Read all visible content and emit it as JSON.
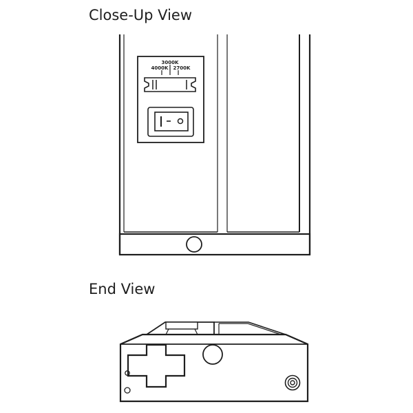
{
  "titles": {
    "closeup": "Close-Up View",
    "end": "End View"
  },
  "color_temperature_selector": {
    "top_label": "3000K",
    "left_label": "4000K",
    "right_label": "2700K"
  },
  "colors": {
    "line": "#1e1e1e",
    "background": "#ffffff"
  }
}
